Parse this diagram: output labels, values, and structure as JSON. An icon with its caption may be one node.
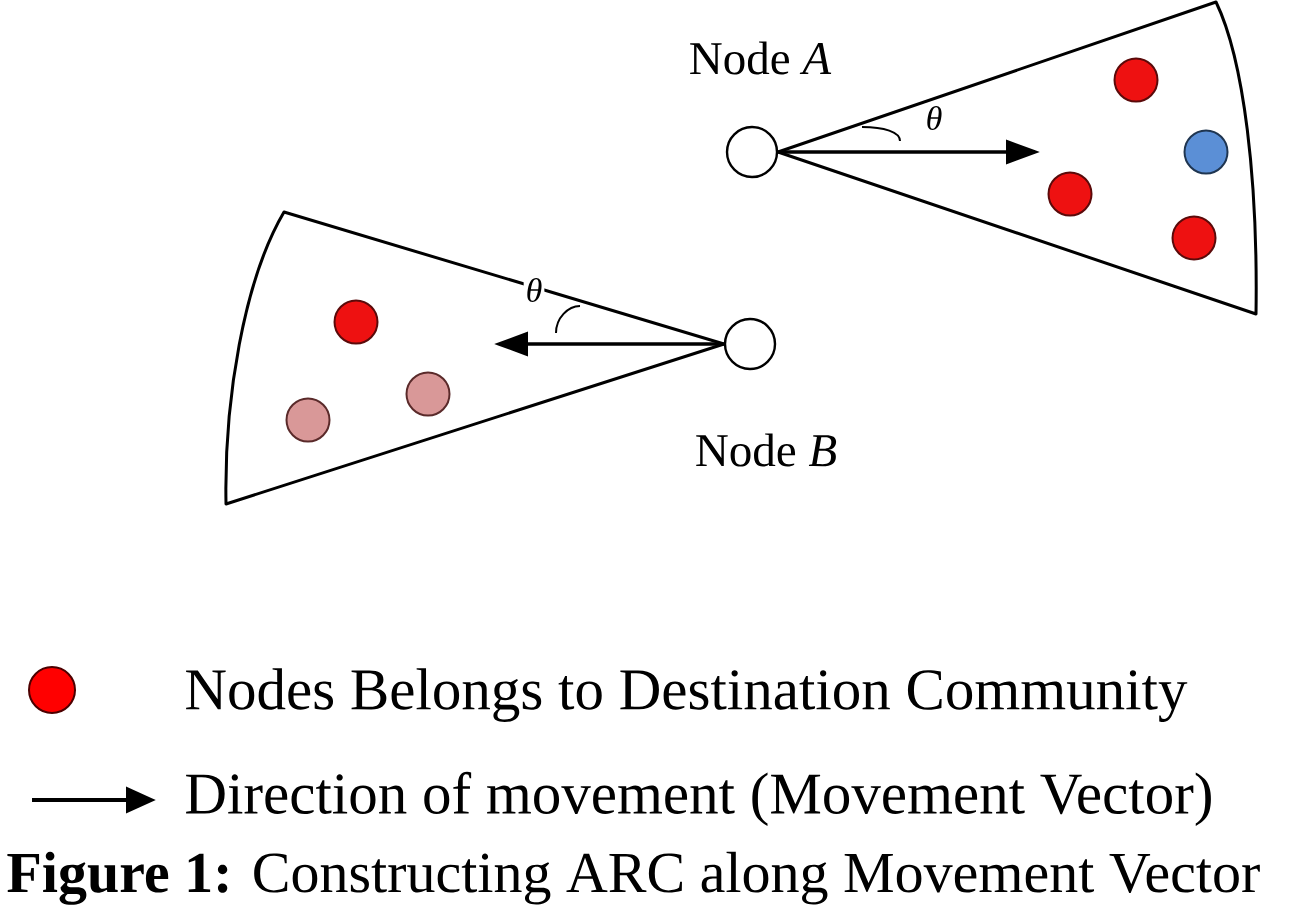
{
  "diagram": {
    "caption": "**Figure 1:** Constructing ARC along Movement Vector",
    "nodes": [
      {
        "text": [],
        "shape": "circle",
        "beside": [
          "Node *A*"
        ]
      },
      {
        "text": [],
        "shape": "sector"
      },
      {
        "text": [],
        "shape": "circle",
        "in": 1
      },
      {
        "text": [],
        "shape": "circle",
        "in": 1
      },
      {
        "text": [],
        "shape": "circle",
        "in": 1
      },
      {
        "text": [],
        "shape": "circle",
        "in": 1
      },
      {
        "text": [],
        "shape": "circle",
        "beside": [
          "Node *B*"
        ]
      },
      {
        "text": [],
        "shape": "sector"
      },
      {
        "text": [],
        "shape": "circle",
        "in": 7
      },
      {
        "text": [],
        "shape": "circle",
        "in": 7
      },
      {
        "text": [],
        "shape": "circle",
        "in": 7
      }
    ],
    "edges": [
      {
        "from": 0,
        "to": null,
        "arrow": "to"
      },
      {
        "from": 6,
        "to": null,
        "arrow": "to"
      }
    ],
    "labels": [
      "θ",
      "θ"
    ],
    "legend": [
      {
        "text": "Nodes Belongs to Destination Community",
        "color": "#ff0000"
      },
      {
        "text": "Direction of movement (Movement Vector)"
      }
    ]
  }
}
